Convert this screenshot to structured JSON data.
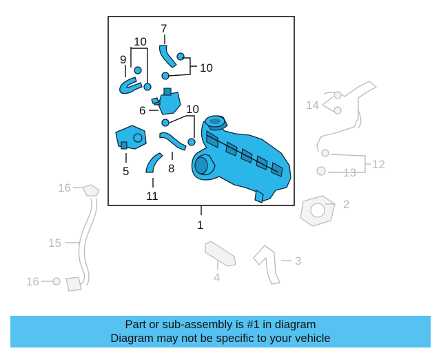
{
  "diagram": {
    "callouts": {
      "c1": "1",
      "c2": "2",
      "c3": "3",
      "c4": "4",
      "c5": "5",
      "c6": "6",
      "c7": "7",
      "c8": "8",
      "c9": "9",
      "c10a": "10",
      "c10b": "10",
      "c10c": "10",
      "c11": "11",
      "c12": "12",
      "c13": "13",
      "c14": "14",
      "c15": "15",
      "c16a": "16",
      "c16b": "16"
    },
    "highlight_color": "#2bb6ea",
    "ghost_color": "#bdbdbd"
  },
  "banner": {
    "line1": "Part or sub-assembly is #1 in diagram",
    "line2": "Diagram may not be specific to your vehicle",
    "background": "#55c2f2"
  }
}
